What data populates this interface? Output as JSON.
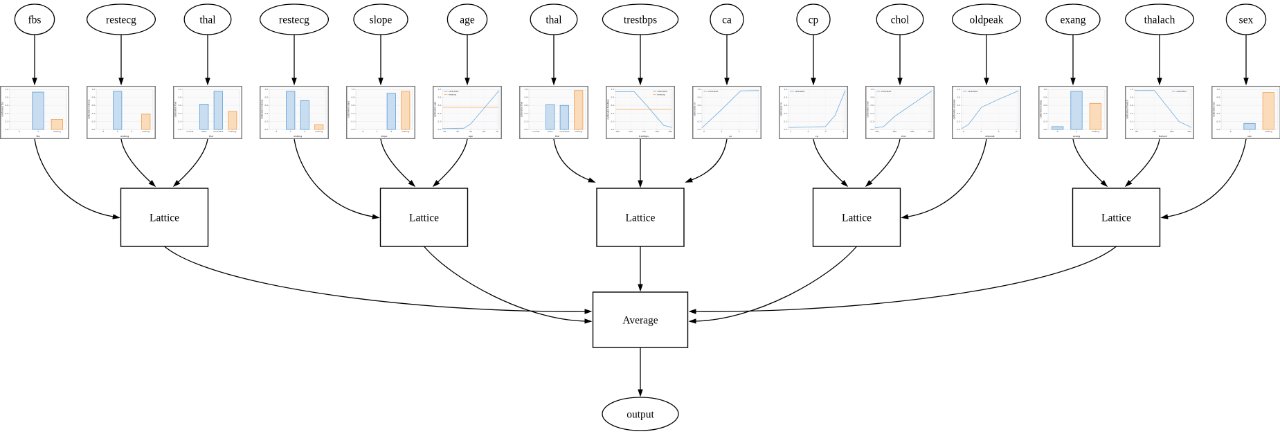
{
  "labels": {
    "lattice": "Lattice",
    "average": "Average",
    "output": "output"
  },
  "yticks": [
    "0.0",
    "0.2",
    "0.4",
    "0.6",
    "0.8",
    "1.0"
  ],
  "colors": {
    "bar_blue_fill": "#c9ddf0",
    "bar_blue_edge": "#5b9bd5",
    "bar_orange_fill": "#fbdcba",
    "bar_orange_edge": "#ee9e54",
    "line_blue": "#7ab1dd",
    "line_orange": "#f6ba7f",
    "node_stroke": "#000000",
    "edge_stroke": "#000000",
    "chart_frame": "#7d7d7d",
    "plot_bg": "#fafafb",
    "grid": "#e8eaef",
    "tick_text": "#444444"
  },
  "groups": [
    [
      0,
      1,
      2
    ],
    [
      3,
      4,
      5
    ],
    [
      6,
      7,
      8
    ],
    [
      9,
      10,
      11
    ],
    [
      12,
      13,
      14
    ]
  ],
  "chart_data": [
    {
      "feature": "fbs",
      "type": "bar",
      "categories": [
        "0",
        "1",
        "missing"
      ],
      "values": [
        0,
        0.93,
        0.25
      ],
      "bar_colors": [
        "blue",
        "blue",
        "orange"
      ],
      "ylabel": "calibrated fbs",
      "xlabel": "fbs",
      "ylim": [
        0,
        1
      ]
    },
    {
      "feature": "restecg",
      "type": "bar",
      "categories": [
        "0",
        "1",
        "2",
        "missing"
      ],
      "values": [
        0,
        0.95,
        0,
        0.38
      ],
      "bar_colors": [
        "blue",
        "blue",
        "blue",
        "orange"
      ],
      "ylabel": "calibrated restecg",
      "xlabel": "restecg",
      "ylim": [
        0,
        1
      ]
    },
    {
      "feature": "thal",
      "type": "bar",
      "categories": [
        "normal",
        "fixed",
        "reversible",
        "missing"
      ],
      "values": [
        0,
        0.63,
        0.95,
        0.45
      ],
      "bar_colors": [
        "blue",
        "blue",
        "blue",
        "orange"
      ],
      "ylabel": "calibrated thal",
      "xlabel": "thal",
      "ylim": [
        0,
        1
      ]
    },
    {
      "feature": "restecg",
      "type": "bar",
      "categories": [
        "0",
        "1",
        "2",
        "missing"
      ],
      "values": [
        0,
        0.95,
        0.72,
        0.12
      ],
      "bar_colors": [
        "blue",
        "blue",
        "blue",
        "orange"
      ],
      "ylabel": "calibrated restecg",
      "xlabel": "restecg",
      "ylim": [
        0,
        1
      ]
    },
    {
      "feature": "slope",
      "type": "bar",
      "categories": [
        "0",
        "1",
        "2",
        "missing"
      ],
      "values": [
        0,
        0,
        0.9,
        0.95
      ],
      "bar_colors": [
        "blue",
        "blue",
        "blue",
        "orange"
      ],
      "ylabel": "calibrated slope",
      "xlabel": "slope",
      "ylim": [
        0,
        1
      ]
    },
    {
      "feature": "age",
      "type": "line",
      "points": [
        [
          0,
          0.02
        ],
        [
          0.38,
          0.03
        ],
        [
          0.5,
          0.14
        ],
        [
          1,
          0.97
        ]
      ],
      "missing_value": 0.55,
      "xticks": [
        "30",
        "40",
        "50",
        "60",
        "70"
      ],
      "legend": [
        "calibrated",
        "missing"
      ],
      "legend_pos": "upper-left",
      "ylabel": "calibrated age",
      "xlabel": "age",
      "ylim": [
        0,
        1
      ]
    },
    {
      "feature": "thal",
      "type": "bar",
      "categories": [
        "normal",
        "fixed",
        "reversible",
        "missing"
      ],
      "values": [
        0,
        0.62,
        0.6,
        0.97
      ],
      "bar_colors": [
        "blue",
        "blue",
        "blue",
        "orange"
      ],
      "ylabel": "calibrated thal",
      "xlabel": "thal",
      "ylim": [
        0,
        1
      ]
    },
    {
      "feature": "trestbps",
      "type": "line",
      "points": [
        [
          0,
          0.94
        ],
        [
          0.33,
          0.94
        ],
        [
          0.55,
          0.6
        ],
        [
          0.85,
          0.1
        ],
        [
          1,
          0.05
        ]
      ],
      "missing_value": 0.5,
      "xticks": [
        "100",
        "120",
        "140",
        "160",
        "180"
      ],
      "legend": [
        "calibrated",
        "missing"
      ],
      "legend_pos": "upper-right",
      "ylabel": "calibrated trestbps",
      "xlabel": "trestbps",
      "ylim": [
        0,
        1
      ]
    },
    {
      "feature": "ca",
      "type": "line",
      "points": [
        [
          0,
          0.04
        ],
        [
          0.35,
          0.5
        ],
        [
          0.68,
          0.96
        ],
        [
          1,
          0.97
        ]
      ],
      "xticks": [
        "0",
        "1",
        "2",
        "3"
      ],
      "legend": [
        "calibrated"
      ],
      "legend_pos": "upper-left",
      "ylabel": "calibrated ca",
      "xlabel": "ca",
      "ylim": [
        0,
        1
      ]
    },
    {
      "feature": "cp",
      "type": "line",
      "points": [
        [
          0,
          0.05
        ],
        [
          0.65,
          0.07
        ],
        [
          0.82,
          0.35
        ],
        [
          1,
          0.97
        ]
      ],
      "xticks": [
        "1",
        "2",
        "3",
        "4"
      ],
      "legend": [
        "calibrated"
      ],
      "legend_pos": "upper-left",
      "ylabel": "calibrated cp",
      "xlabel": "cp",
      "ylim": [
        0,
        1
      ]
    },
    {
      "feature": "chol",
      "type": "line",
      "points": [
        [
          0,
          0.04
        ],
        [
          0.15,
          0.07
        ],
        [
          0.35,
          0.33
        ],
        [
          1,
          0.96
        ]
      ],
      "xticks": [
        "200",
        "300",
        "400",
        "500"
      ],
      "legend": [
        "calibrated"
      ],
      "legend_pos": "upper-left",
      "ylabel": "calibrated chol",
      "xlabel": "chol",
      "ylim": [
        0,
        1
      ]
    },
    {
      "feature": "oldpeak",
      "type": "line",
      "points": [
        [
          0,
          0.02
        ],
        [
          0.12,
          0.12
        ],
        [
          0.35,
          0.55
        ],
        [
          0.65,
          0.75
        ],
        [
          1,
          0.96
        ]
      ],
      "xticks": [
        "0",
        "2",
        "4",
        "6"
      ],
      "legend": [
        "calibrated"
      ],
      "legend_pos": "upper-left",
      "ylabel": "calibrated oldpeak",
      "xlabel": "oldpeak",
      "ylim": [
        0,
        1
      ]
    },
    {
      "feature": "exang",
      "type": "bar",
      "categories": [
        "0",
        "1",
        "missing"
      ],
      "values": [
        0.07,
        0.95,
        0.65
      ],
      "bar_colors": [
        "blue",
        "blue",
        "orange"
      ],
      "ylabel": "calibrated exang",
      "xlabel": "exang",
      "ylim": [
        0,
        1
      ]
    },
    {
      "feature": "thalach",
      "type": "line",
      "points": [
        [
          0,
          0.97
        ],
        [
          0.35,
          0.97
        ],
        [
          0.78,
          0.2
        ],
        [
          1,
          0.05
        ]
      ],
      "xticks": [
        "80",
        "120",
        "160",
        "200"
      ],
      "legend": [
        "calibrated"
      ],
      "legend_pos": "upper-right",
      "ylabel": "calibrated thalach",
      "xlabel": "thalach",
      "ylim": [
        0,
        1
      ]
    },
    {
      "feature": "sex",
      "type": "bar",
      "categories": [
        "0",
        "1",
        "missing"
      ],
      "values": [
        0,
        0.15,
        0.92
      ],
      "bar_colors": [
        "blue",
        "blue",
        "orange"
      ],
      "ylabel": "calibrated sex",
      "xlabel": "sex",
      "ylim": [
        0,
        1
      ]
    }
  ]
}
